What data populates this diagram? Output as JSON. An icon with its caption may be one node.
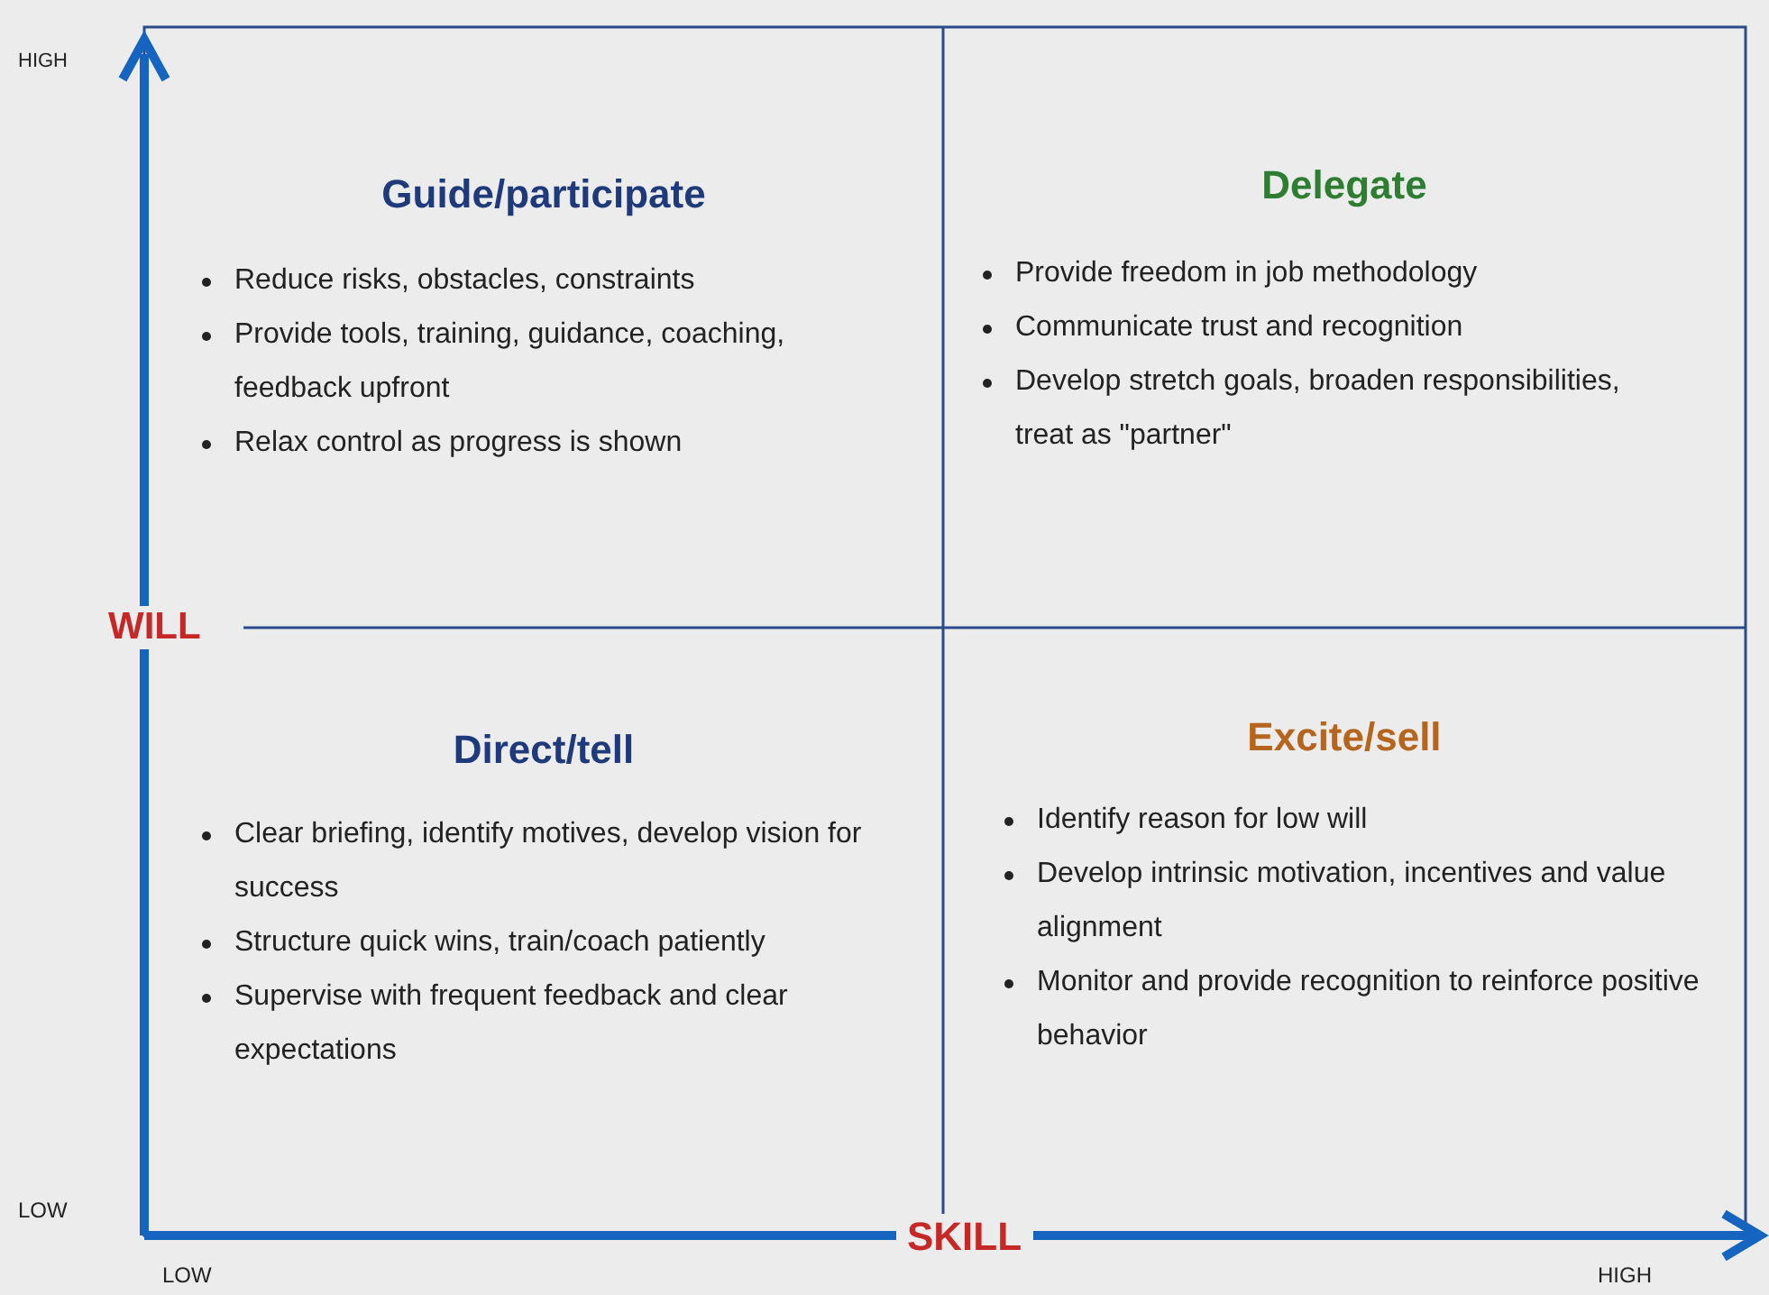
{
  "diagram": {
    "nodes": [
      {
        "text": [
          "Guide/participate",
          "Reduce risks, obstacles, constraints",
          "Provide tools, training, guidance, coaching, feedback upfront",
          "Relax control as progress is shown"
        ]
      },
      {
        "text": [
          "Delegate",
          "Provide freedom in job methodology",
          "Communicate trust and recognition",
          "Develop stretch goals, broaden responsibilities, treat as \"partner\""
        ]
      },
      {
        "text": [
          "Direct/tell",
          "Clear briefing, identify motives, develop vision for success",
          "Structure quick wins, train/coach patiently",
          "Supervise with frequent feedback and clear expectations"
        ]
      },
      {
        "text": [
          "Excite/sell",
          "Identify reason for low will",
          "Develop intrinsic motivation, incentives and value alignment",
          "Monitor and provide recognition to reinforce positive behavior"
        ]
      }
    ],
    "edges": [],
    "labels": [
      "HIGH",
      "WILL",
      "LOW",
      "SKILL",
      "LOW",
      "HIGH"
    ]
  }
}
